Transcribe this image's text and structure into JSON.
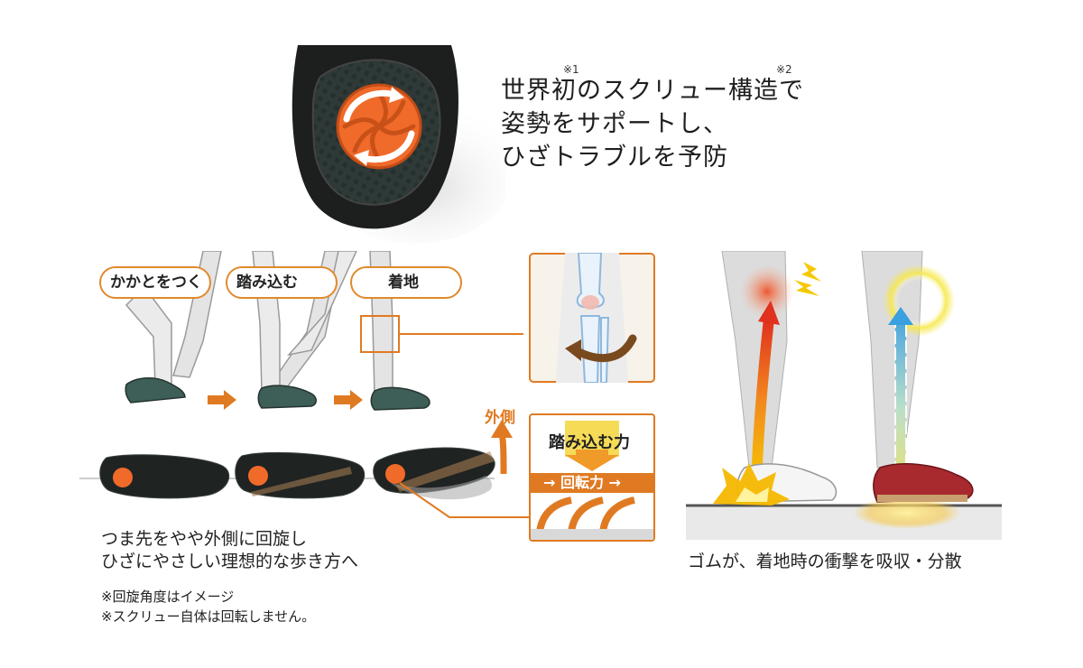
{
  "headline": {
    "lines": [
      "世界初のスクリュー構造で",
      "姿勢をサポートし、",
      "ひざトラブルを予防"
    ],
    "note1": "※1",
    "note2": "※2"
  },
  "steps": {
    "heel_strike": "かかとをつく",
    "push_off": "踏み込む",
    "landing": "着地"
  },
  "diagram": {
    "outside_label": "外側",
    "press_force_label": "踏み込む力",
    "rotation_force_label": "→ 回転力 →"
  },
  "captions": {
    "left_line1": "つま先をやや外側に回旋し",
    "left_line2": "ひざにやさしい理想的な歩き方へ",
    "right": "ゴムが、着地時の衝撃を吸収・分散"
  },
  "notes": {
    "line1": "※回旋角度はイメージ",
    "line2": "※スクリュー自体は回転しません。"
  },
  "colors": {
    "accent_orange": "#e07a22",
    "screw_orange": "#f06a2a",
    "shoe_green": "#3e5e58",
    "shoe_red": "#a82a2e",
    "leg_gray": "#d9d9d9"
  }
}
